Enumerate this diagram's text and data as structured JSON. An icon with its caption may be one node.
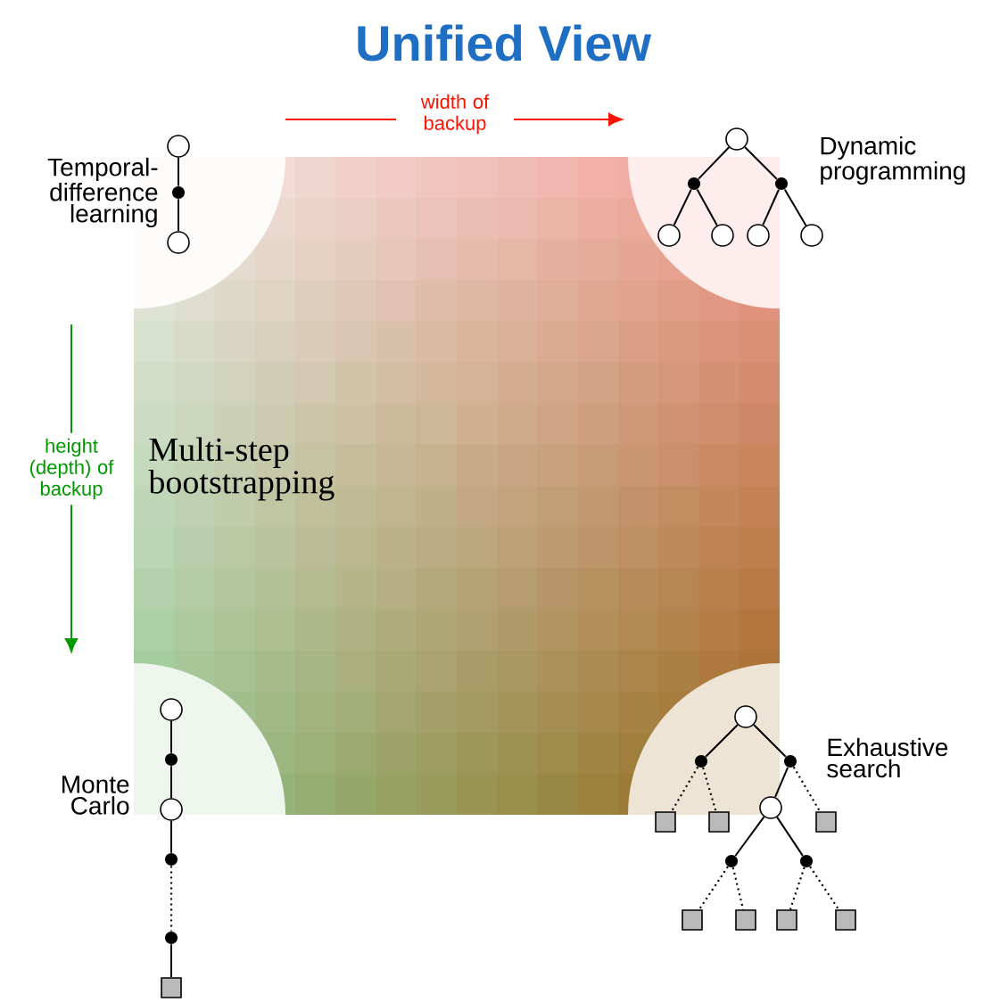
{
  "diagram": {
    "title": "Unified View",
    "nodes": [
      {
        "text": [],
        "shape": "circle"
      },
      {
        "text": [],
        "shape": "dot"
      },
      {
        "text": [],
        "shape": "circle"
      },
      {
        "text": [],
        "shape": "circle"
      },
      {
        "text": [],
        "shape": "dot"
      },
      {
        "text": [],
        "shape": "dot"
      },
      {
        "text": [],
        "shape": "circle"
      },
      {
        "text": [],
        "shape": "circle"
      },
      {
        "text": [],
        "shape": "circle"
      },
      {
        "text": [],
        "shape": "circle"
      },
      {
        "text": [],
        "shape": "circle"
      },
      {
        "text": [],
        "shape": "dot"
      },
      {
        "text": [],
        "shape": "circle"
      },
      {
        "text": [],
        "shape": "dot"
      },
      {
        "text": [],
        "shape": "dot"
      },
      {
        "text": [],
        "shape": "square"
      },
      {
        "text": [],
        "shape": "circle"
      },
      {
        "text": [],
        "shape": "dot"
      },
      {
        "text": [],
        "shape": "dot"
      },
      {
        "text": [],
        "shape": "square"
      },
      {
        "text": [],
        "shape": "square"
      },
      {
        "text": [],
        "shape": "circle"
      },
      {
        "text": [],
        "shape": "square"
      },
      {
        "text": [],
        "shape": "dot"
      },
      {
        "text": [],
        "shape": "dot"
      },
      {
        "text": [],
        "shape": "square"
      },
      {
        "text": [],
        "shape": "square"
      },
      {
        "text": [],
        "shape": "square"
      },
      {
        "text": [],
        "shape": "square"
      }
    ],
    "edges": [
      {
        "from": 0,
        "to": 1,
        "arrow": "none"
      },
      {
        "from": 1,
        "to": 2,
        "arrow": "none"
      },
      {
        "from": 3,
        "to": 4,
        "arrow": "none"
      },
      {
        "from": 3,
        "to": 5,
        "arrow": "none"
      },
      {
        "from": 4,
        "to": 6,
        "arrow": "none"
      },
      {
        "from": 4,
        "to": 7,
        "arrow": "none"
      },
      {
        "from": 5,
        "to": 8,
        "arrow": "none"
      },
      {
        "from": 5,
        "to": 9,
        "arrow": "none"
      },
      {
        "from": 10,
        "to": 11,
        "arrow": "none"
      },
      {
        "from": 11,
        "to": 12,
        "arrow": "none"
      },
      {
        "from": 12,
        "to": 13,
        "arrow": "none"
      },
      {
        "from": 13,
        "to": 14,
        "arrow": "none",
        "style": "dashed"
      },
      {
        "from": 14,
        "to": 15,
        "arrow": "none"
      },
      {
        "from": 16,
        "to": 17,
        "arrow": "none"
      },
      {
        "from": 16,
        "to": 18,
        "arrow": "none"
      },
      {
        "from": 17,
        "to": 19,
        "arrow": "none",
        "style": "dashed"
      },
      {
        "from": 17,
        "to": 20,
        "arrow": "none",
        "style": "dashed"
      },
      {
        "from": 18,
        "to": 21,
        "arrow": "none"
      },
      {
        "from": 18,
        "to": 22,
        "arrow": "none",
        "style": "dashed"
      },
      {
        "from": 21,
        "to": 23,
        "arrow": "none"
      },
      {
        "from": 21,
        "to": 24,
        "arrow": "none"
      },
      {
        "from": 23,
        "to": 25,
        "arrow": "none",
        "style": "dashed"
      },
      {
        "from": 23,
        "to": 26,
        "arrow": "none",
        "style": "dashed"
      },
      {
        "from": 24,
        "to": 27,
        "arrow": "none",
        "style": "dashed"
      },
      {
        "from": 24,
        "to": 28,
        "arrow": "none",
        "style": "dashed"
      }
    ],
    "labels": [
      "width of backup",
      "Temporal-difference learning",
      "Dynamic programming",
      "height (depth) of backup",
      "Multi-step bootstrapping",
      "Monte Carlo",
      "Exhaustive search"
    ]
  }
}
